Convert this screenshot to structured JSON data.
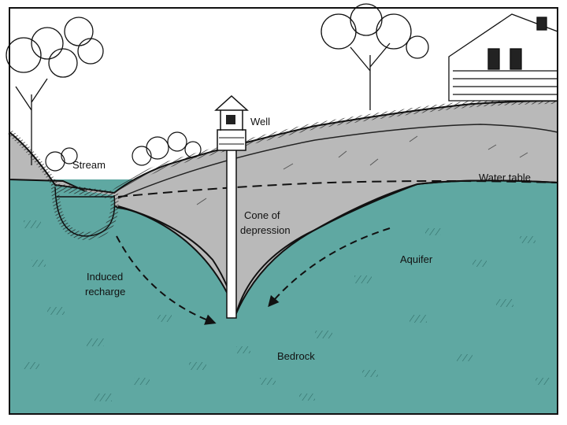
{
  "labels": {
    "well": "Well",
    "stream": "Stream",
    "water_table": "Water table",
    "cone_line1": "Cone of",
    "cone_line2": "depression",
    "aquifer": "Aquifer",
    "induced_line1": "Induced",
    "induced_line2": "recharge",
    "bedrock": "Bedrock"
  },
  "colors": {
    "aquifer": "#5fa8a2",
    "unsaturated_zone": "#b9b9b9",
    "outline": "#111111",
    "sky": "#ffffff"
  },
  "icons": [
    "tree-icon",
    "house-icon",
    "well-house-icon",
    "bush-icon"
  ]
}
